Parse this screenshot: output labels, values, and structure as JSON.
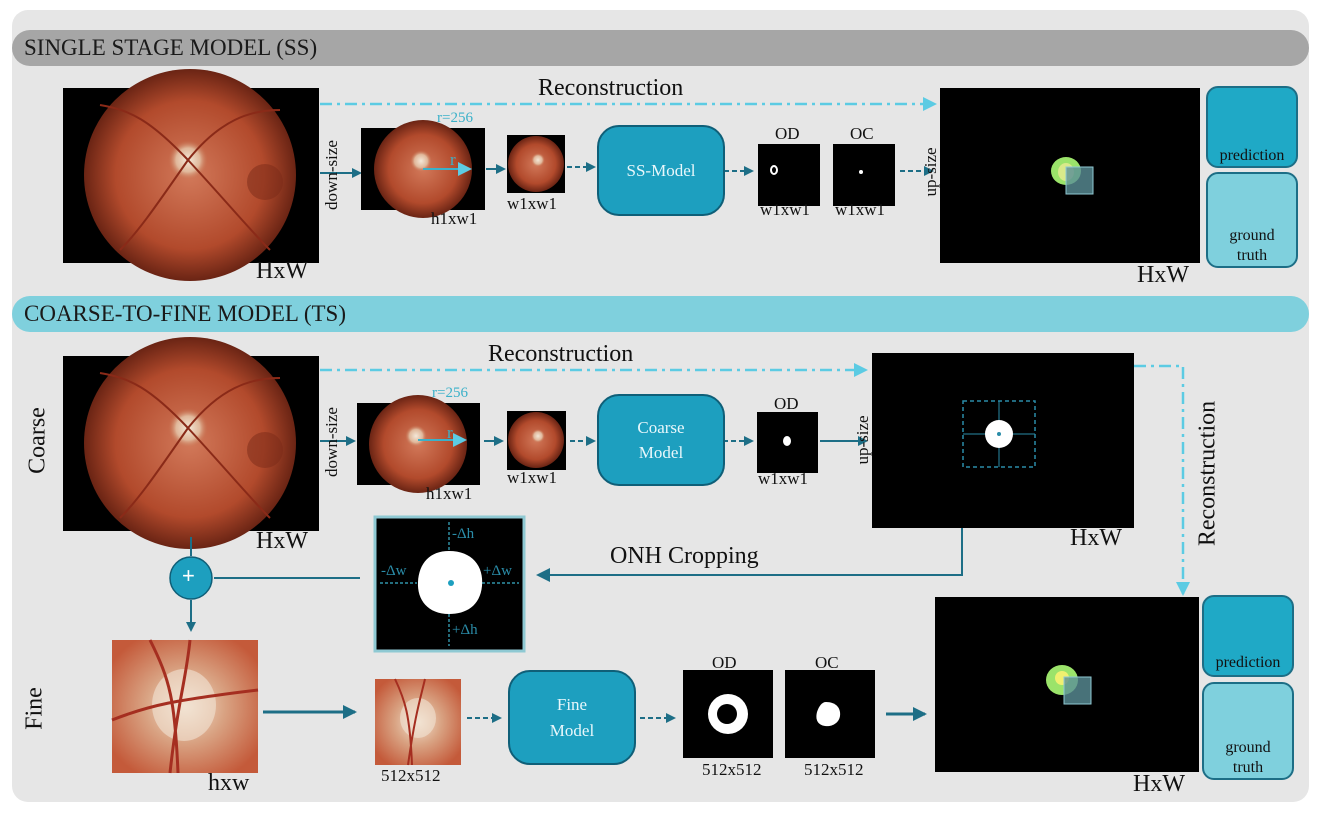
{
  "header_ss": "SINGLE STAGE MODEL (SS)",
  "header_ts": "COARSE-TO-FINE MODEL (TS)",
  "ss": {
    "reconstruction": "Reconstruction",
    "downsize": "down-size",
    "upsize": "up-size",
    "r_label": "r=256",
    "r_symbol": "r",
    "input_size": "HxW",
    "h1w1": "h1xw1",
    "w1w1": "w1xw1",
    "model": "SS-Model",
    "od": "OD",
    "oc": "OC",
    "od_size": "w1xw1",
    "oc_size": "w1xw1",
    "output_size": "HxW",
    "prediction": "prediction",
    "ground_truth": "ground truth"
  },
  "ts": {
    "coarse": "Coarse",
    "fine": "Fine",
    "reconstruction": "Reconstruction",
    "reconstruction_vertical": "Reconstruction",
    "downsize": "down-size",
    "upsize": "up-size",
    "r_label": "r=256",
    "r_symbol": "r",
    "input_size": "HxW",
    "h1w1": "h1xw1",
    "w1w1": "w1xw1",
    "coarse_model": "Coarse Model",
    "od": "OD",
    "od_size": "w1xw1",
    "coarse_output_size": "HxW",
    "onh_cropping": "ONH Cropping",
    "minus_dh": "-Δh",
    "plus_dh": "+Δh",
    "minus_dw": "-Δw",
    "plus_dw": "+Δw",
    "plus_sign": "+",
    "crop_size": "hxw",
    "fine_input_size": "512x512",
    "fine_model": "Fine Model",
    "fine_od": "OD",
    "fine_oc": "OC",
    "fine_od_size": "512x512",
    "fine_oc_size": "512x512",
    "output_size": "HxW",
    "prediction": "prediction",
    "ground_truth": "ground truth"
  },
  "colors": {
    "dashed_arrow": "#5ccbe3",
    "solid_arrow": "#1d6e86",
    "model_fill": "#1d9fbf",
    "band_ss": "#a6a6a6",
    "band_ts": "#7fd0dd"
  }
}
